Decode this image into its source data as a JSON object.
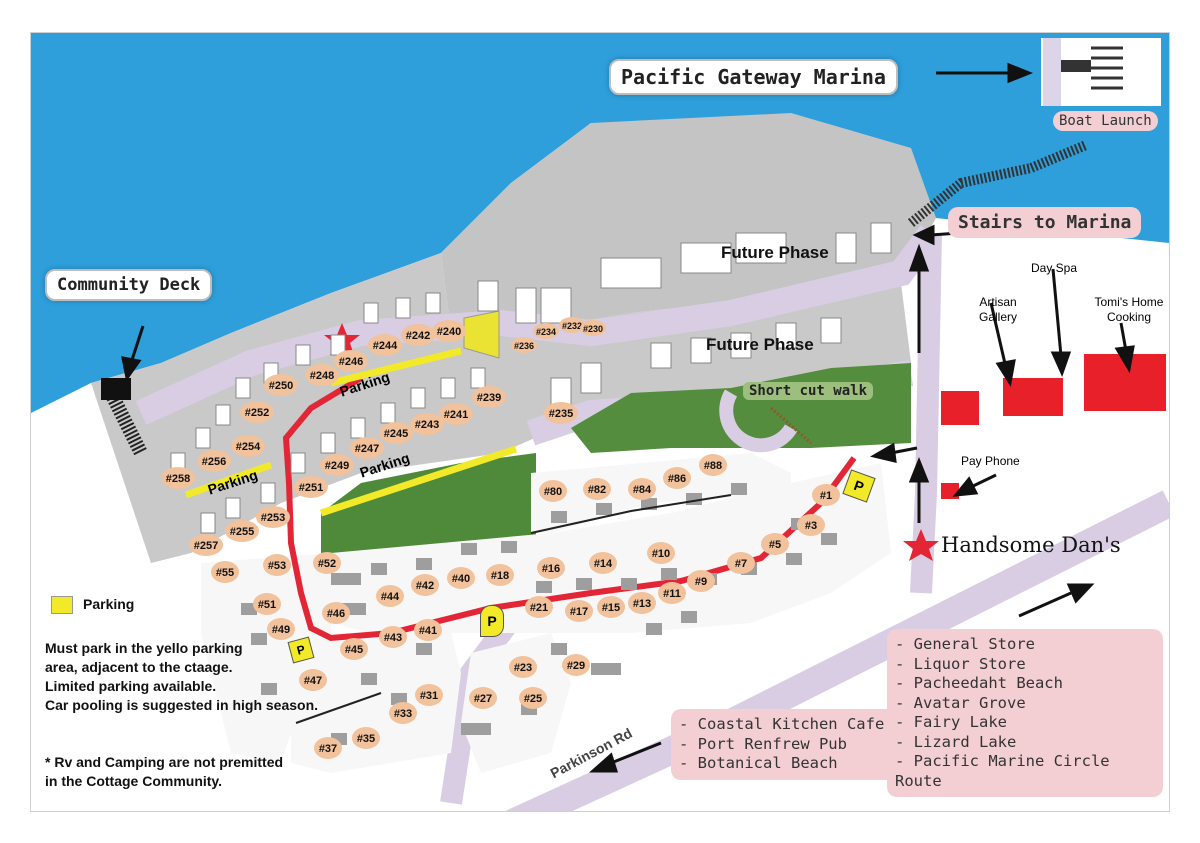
{
  "map": {
    "labels": {
      "marina": "Pacific Gateway Marina",
      "boat_launch": "Boat Launch",
      "stairs": "Stairs to Marina",
      "community_deck": "Community Deck",
      "future_phase_1": "Future Phase",
      "future_phase_2": "Future Phase",
      "short_cut": "Short cut walk",
      "day_spa": "Day Spa",
      "artisan_gallery": "Artisan Gallery",
      "tomis": "Tomi's Home Cooking",
      "pay_phone": "Pay Phone",
      "handsome_dans": "Handsome Dan's",
      "parkinson_rd": "Parkinson Rd",
      "parking_1": "Parking",
      "parking_2": "Parking",
      "parking_3": "Parking"
    },
    "legend": {
      "parking": "Parking",
      "note_lines": [
        "Must park in the yello parking",
        "area, adjacent to the ctaage.",
        "Limited parking available.",
        "Car pooling is suggested in high season."
      ],
      "rv_lines": [
        "* Rv and Camping are not premitted",
        "in the Cottage Community."
      ]
    },
    "list_left": [
      "- Coastal Kitchen Cafe",
      "- Port Renfrew Pub",
      "- Botanical Beach"
    ],
    "list_right": [
      "- General Store",
      "- Liquor Store",
      "- Pacheedaht Beach",
      "- Avatar Grove",
      "- Fairy Lake",
      "- Lizard Lake",
      "- Pacific Marine Circle Route"
    ],
    "parking_marker": "P",
    "lots": [
      "#236",
      "#234",
      "#232",
      "#230",
      "#240",
      "#242",
      "#244",
      "#246",
      "#248",
      "#250",
      "#252",
      "#254",
      "#256",
      "#258",
      "#257",
      "#255",
      "#253",
      "#251",
      "#249",
      "#247",
      "#245",
      "#243",
      "#241",
      "#239",
      "#235",
      "#80",
      "#82",
      "#84",
      "#86",
      "#88",
      "#1",
      "#3",
      "#5",
      "#7",
      "#9",
      "#10",
      "#11",
      "#13",
      "#14",
      "#15",
      "#16",
      "#17",
      "#18",
      "#21",
      "#23",
      "#25",
      "#27",
      "#29",
      "#31",
      "#33",
      "#35",
      "#37",
      "#40",
      "#41",
      "#42",
      "#43",
      "#44",
      "#45",
      "#46",
      "#47",
      "#49",
      "#51",
      "#52",
      "#53",
      "#55"
    ],
    "colors": {
      "water": "#2e9fdb",
      "land_grey": "#bdbdbd",
      "road": "#d9cde3",
      "green": "#4f8a3a",
      "red_road": "#e32636",
      "parking_yellow": "#f2ea28",
      "lot_oval": "#f1c29b",
      "building_red": "#e8202a"
    }
  }
}
